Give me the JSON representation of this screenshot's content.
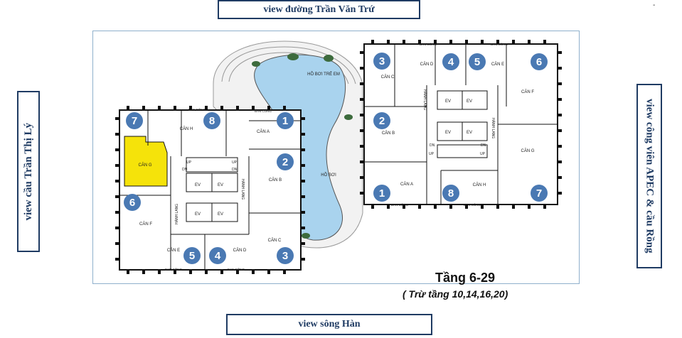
{
  "views": {
    "top": "view đường Trần Văn Trứ",
    "bottom": "view sông Hàn",
    "left": "view cầu Trần Thị Lý",
    "right": "view công viên APEC & cầu Rồng"
  },
  "corner_mark": "-",
  "floor": {
    "title": "Tầng 6-29",
    "subtitle": "( Trừ tầng 10,14,16,20)"
  },
  "pool": {
    "kids": "HỒ BƠI TRẺ EM",
    "main": "HỒ BƠI"
  },
  "common": {
    "balcony": "BAN CÔNG",
    "corridor": "HÀNH LANG",
    "ev": "EV",
    "up": "UP",
    "dn": "DN",
    "building": "BUILDING"
  },
  "left_tower": {
    "units": [
      {
        "num": "7",
        "name": "CĂN G",
        "highlighted": true
      },
      {
        "num": "8",
        "name": "CĂN H"
      },
      {
        "num": "1",
        "name": "CĂN A"
      },
      {
        "num": "2",
        "name": "CĂN B"
      },
      {
        "num": "6",
        "name": "CĂN F"
      },
      {
        "num": "5",
        "name": "CĂN E"
      },
      {
        "num": "4",
        "name": "CĂN D"
      },
      {
        "num": "3",
        "name": "CĂN C"
      }
    ]
  },
  "right_tower": {
    "units": [
      {
        "num": "3",
        "name": "CĂN C"
      },
      {
        "num": "4",
        "name": "CĂN D"
      },
      {
        "num": "5",
        "name": "CĂN E"
      },
      {
        "num": "6",
        "name": "CĂN F"
      },
      {
        "num": "2",
        "name": "CĂN B"
      },
      {
        "num": "7",
        "name": "CĂN G"
      },
      {
        "num": "1",
        "name": "CĂN A"
      },
      {
        "num": "8",
        "name": "CĂN H"
      }
    ]
  },
  "colors": {
    "navy": "#1f3b63",
    "badge": "#4a79b3",
    "highlight": "#f5e30a",
    "pool": "#a9d3ee",
    "wall": "#111111"
  }
}
